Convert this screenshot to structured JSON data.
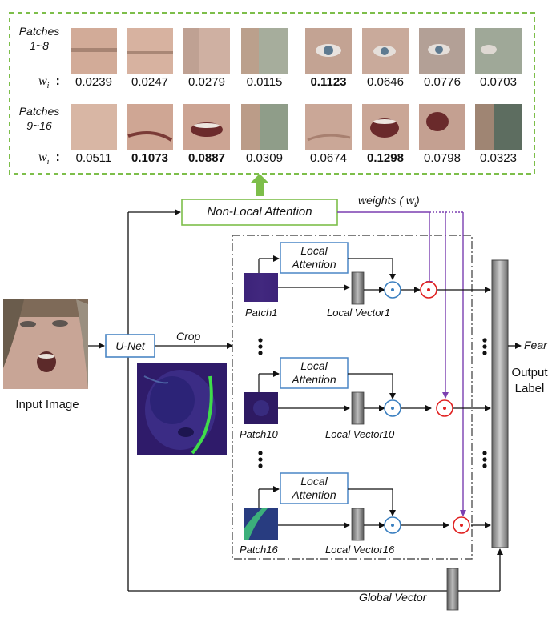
{
  "patches_panel": {
    "row1_header": "Patches\n1~8",
    "row2_header": "Patches\n9~16",
    "wi_label": "w",
    "wi_sub": "i",
    "wi_colon": ":",
    "row1_weights": [
      "0.0239",
      "0.0247",
      "0.0279",
      "0.0115",
      "0.1123",
      "0.0646",
      "0.0776",
      "0.0703"
    ],
    "row2_weights": [
      "0.0511",
      "0.1073",
      "0.0887",
      "0.0309",
      "0.0674",
      "0.1298",
      "0.0798",
      "0.0323"
    ],
    "row1_bold": [
      false,
      false,
      false,
      false,
      true,
      false,
      false,
      false
    ],
    "row2_bold": [
      false,
      true,
      true,
      false,
      false,
      true,
      false,
      false
    ]
  },
  "blocks": {
    "non_local_attention": "Non-Local Attention",
    "weights_label": "weights ( w",
    "weights_sub": "i",
    "weights_close": ")",
    "unet": "U-Net",
    "crop": "Crop",
    "input_image": "Input Image",
    "local_attention": "Local\nAttention",
    "patch_labels": [
      "Patch1",
      "Patch10",
      "Patch16"
    ],
    "local_vector_labels": [
      "Local Vector1",
      "Local Vector10",
      "Local Vector16"
    ],
    "output_label": "Output\nLabel",
    "fear": "Fear",
    "global_vector": "Global Vector"
  },
  "colors": {
    "green_border": "#7dbe4a",
    "blue_box": "#4a86c5",
    "purple_arrow": "#7b3fb0",
    "red_circle": "#e02020",
    "blue_circle": "#3a7fc0",
    "patch_dark": "#2e1a63"
  }
}
